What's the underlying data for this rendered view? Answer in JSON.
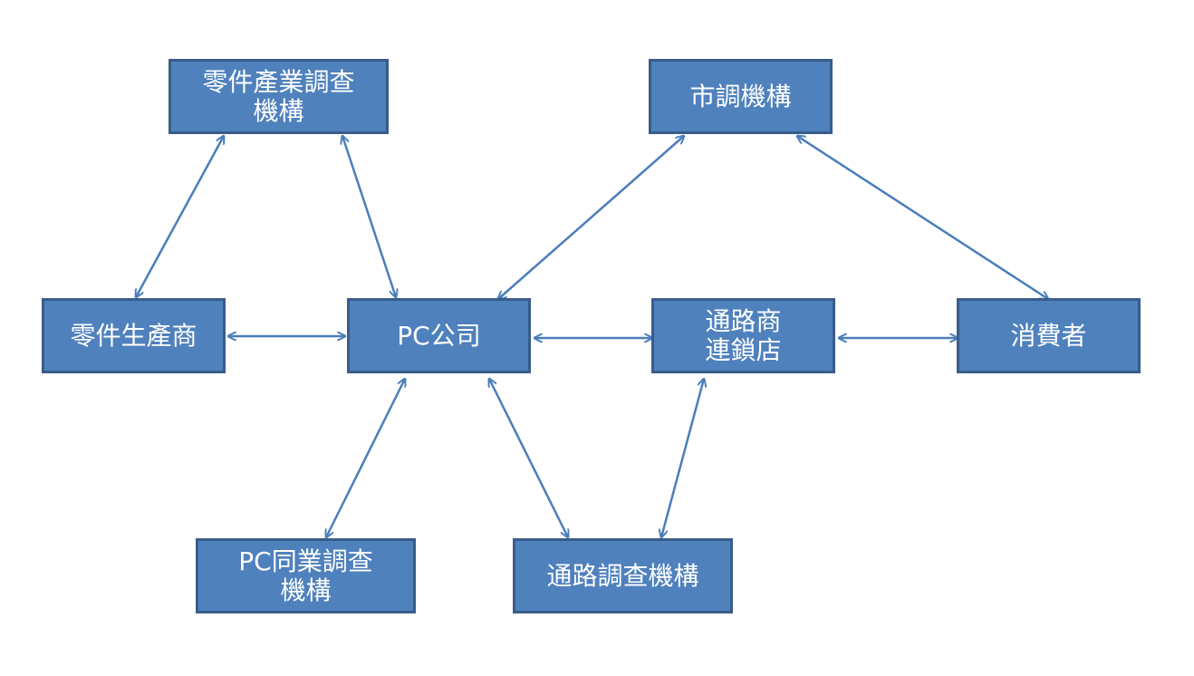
{
  "diagram": {
    "nodes": {
      "parts_research": {
        "label": "零件產業調查\n機構"
      },
      "market_research": {
        "label": "市調機構"
      },
      "parts_maker": {
        "label": "零件生產商"
      },
      "pc_company": {
        "label": "PC公司"
      },
      "channel_chain": {
        "label": "通路商\n連鎖店"
      },
      "consumer": {
        "label": "消費者"
      },
      "pc_peer_research": {
        "label": "PC同業調查\n機構"
      },
      "channel_research": {
        "label": "通路調查機構"
      }
    },
    "edges": [
      {
        "from": "parts_research",
        "to": "parts_maker",
        "direction": "both"
      },
      {
        "from": "parts_research",
        "to": "pc_company",
        "direction": "both"
      },
      {
        "from": "market_research",
        "to": "pc_company",
        "direction": "both"
      },
      {
        "from": "market_research",
        "to": "consumer",
        "direction": "both"
      },
      {
        "from": "parts_maker",
        "to": "pc_company",
        "direction": "both"
      },
      {
        "from": "pc_company",
        "to": "channel_chain",
        "direction": "both"
      },
      {
        "from": "channel_chain",
        "to": "consumer",
        "direction": "both"
      },
      {
        "from": "pc_company",
        "to": "pc_peer_research",
        "direction": "both"
      },
      {
        "from": "pc_company",
        "to": "channel_research",
        "direction": "both"
      },
      {
        "from": "channel_chain",
        "to": "channel_research",
        "direction": "both"
      }
    ],
    "colors": {
      "node_fill": "#4f81bd",
      "node_border": "#385d8a",
      "node_text": "#ffffff",
      "edge": "#4a7ebb"
    }
  }
}
